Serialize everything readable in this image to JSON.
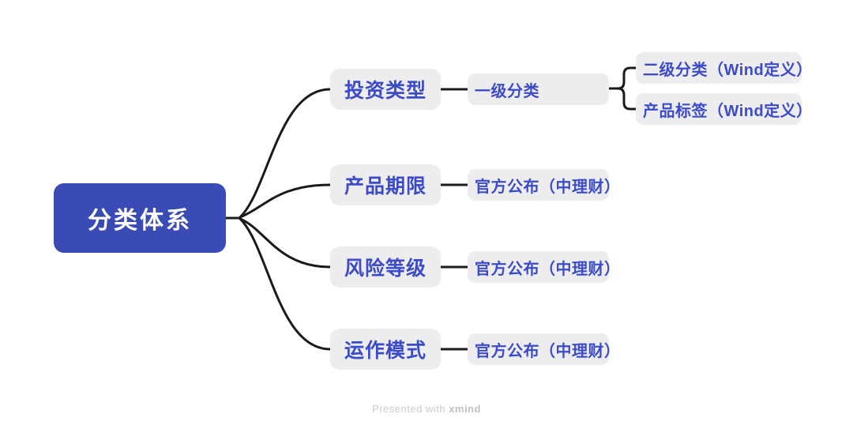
{
  "colors": {
    "root_bg": "#3A4BB5",
    "root_text": "#FFFFFF",
    "node_bg": "#EDEDF0",
    "node_text": "#3C4BC7",
    "line": "#1B1B1B"
  },
  "mindmap": {
    "root": {
      "label": "分类体系"
    },
    "branches": [
      {
        "label": "投资类型",
        "children": [
          {
            "label": "一级分类",
            "children": [
              {
                "label": "二级分类（Wind定义）"
              },
              {
                "label": "产品标签（Wind定义）"
              }
            ]
          }
        ]
      },
      {
        "label": "产品期限",
        "children": [
          {
            "label": "官方公布（中理财）"
          }
        ]
      },
      {
        "label": "风险等级",
        "children": [
          {
            "label": "官方公布（中理财）"
          }
        ]
      },
      {
        "label": "运作模式",
        "children": [
          {
            "label": "官方公布（中理财）"
          }
        ]
      }
    ]
  },
  "watermark": {
    "prefix": "Presented with ",
    "brand": "xmind"
  }
}
